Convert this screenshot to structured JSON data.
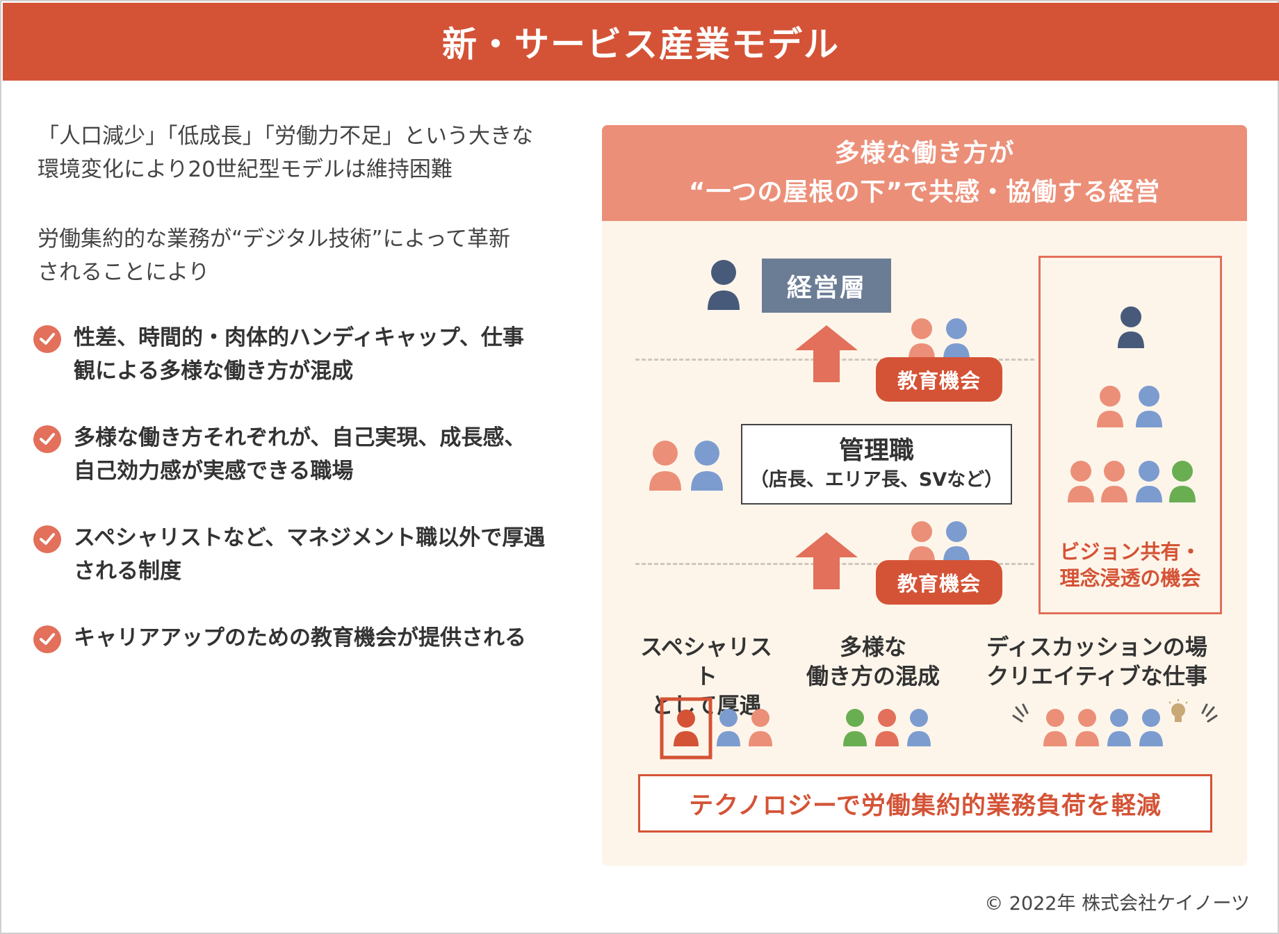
{
  "title": "新・サービス産業モデル",
  "intro": {
    "para1_line1": "「人口減少」「低成長」「労働力不足」という大きな",
    "para1_line2": "環境変化により20世紀型モデルは維持困難",
    "para2_line1": "労働集約的な業務が“デジタル技術”によって革新",
    "para2_line2": "されることにより"
  },
  "bullets": [
    {
      "line1": "性差、時間的・肉体的ハンディキャップ、仕事",
      "line2": "観による多様な働き方が混成"
    },
    {
      "line1": "多様な働き方それぞれが、自己実現、成長感、",
      "line2": "自己効力感が実感できる職場"
    },
    {
      "line1": "スペシャリストなど、マネジメント職以外で厚遇",
      "line2": "される制度"
    },
    {
      "line1": "キャリアアップのための教育機会が提供される",
      "line2": ""
    }
  ],
  "panel": {
    "header_line1": "多様な働き方が",
    "header_line2": "“一つの屋根の下”で共感・協働する経営",
    "executive": "経営層",
    "manager_title": "管理職",
    "manager_sub": "（店長、エリア長、SVなど）",
    "education_top": "教育機会",
    "education_bottom": "教育機会",
    "vision_line1": "ビジョン共有・",
    "vision_line2": "理念浸透の機会",
    "cat1_line1": "スペシャリスト",
    "cat1_line2": "として厚遇",
    "cat2_line1": "多様な",
    "cat2_line2": "働き方の混成",
    "cat3_line1": "ディスカッションの場",
    "cat3_line2": "クリエイティブな仕事",
    "technology": "テクノロジーで労働集約的業務負荷を軽減"
  },
  "icons": {
    "check": "check-circle-icon",
    "person": "person-icon",
    "arrow": "arrow-up-icon",
    "lightbulb": "lightbulb-icon"
  },
  "colors": {
    "brand_red": "#d45336",
    "salmon": "#ec8f78",
    "person_navy": "#485a7a",
    "person_pink": "#ec8f78",
    "person_blue": "#7c9cd0",
    "person_green": "#6aae52",
    "panel_bg": "#fdf5ea"
  },
  "copyright": "© 2022年 株式会社ケイノーツ"
}
